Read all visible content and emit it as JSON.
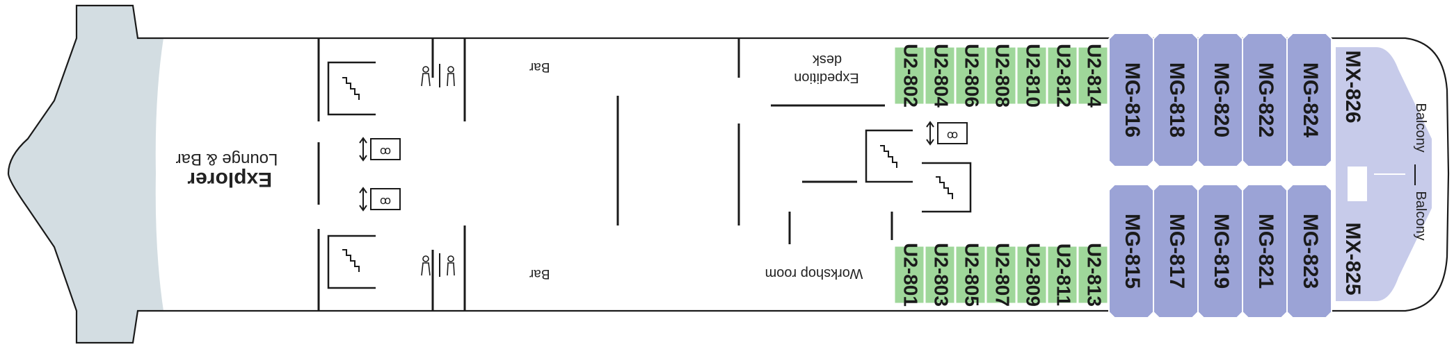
{
  "diagram": {
    "labels": {
      "explorer": "Explorer",
      "lounge_bar": "Lounge & Bar",
      "bar_top": "Bar",
      "bar_bottom": "Bar",
      "expedition_line1": "Expedition",
      "expedition_line2": "desk",
      "workshop": "Workshop room",
      "balcony_top": "Balcony",
      "balcony_bottom": "Balcony"
    },
    "cabins_u2_top": [
      "U2-814",
      "U2-812",
      "U2-810",
      "U2-808",
      "U2-806",
      "U2-804",
      "U2-802"
    ],
    "cabins_u2_bottom": [
      "U2-813",
      "U2-811",
      "U2-809",
      "U2-807",
      "U2-805",
      "U2-803",
      "U2-801"
    ],
    "cabins_mg_top": [
      "MG-816",
      "MG-818",
      "MG-820",
      "MG-822",
      "MG-824"
    ],
    "cabins_mg_bottom": [
      "MG-815",
      "MG-817",
      "MG-819",
      "MG-821",
      "MG-823"
    ],
    "cabins_mx": [
      "MX-826",
      "MX-825"
    ],
    "colors": {
      "u2_fill": "#9fd79a",
      "mg_fill": "#9ba3d6",
      "mx_fill": "#c7cbea",
      "bow_fill": "#d3dde2",
      "outline": "#1a1a1a"
    }
  }
}
